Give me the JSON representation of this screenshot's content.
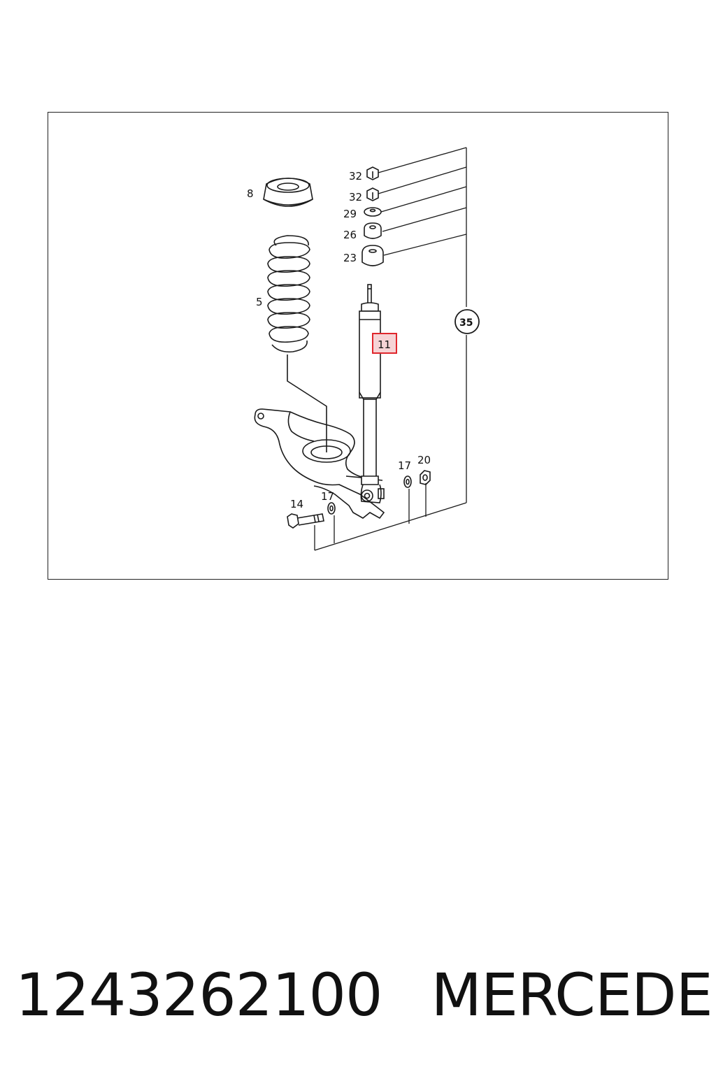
{
  "diagram": {
    "callouts": [
      {
        "id": "8",
        "text": "8"
      },
      {
        "id": "5",
        "text": "5"
      },
      {
        "id": "32a",
        "text": "32"
      },
      {
        "id": "32b",
        "text": "32"
      },
      {
        "id": "29",
        "text": "29"
      },
      {
        "id": "26",
        "text": "26"
      },
      {
        "id": "23",
        "text": "23"
      },
      {
        "id": "11",
        "text": "11"
      },
      {
        "id": "35",
        "text": "35"
      },
      {
        "id": "17a",
        "text": "17"
      },
      {
        "id": "20",
        "text": "20"
      },
      {
        "id": "14",
        "text": "14"
      },
      {
        "id": "17b",
        "text": "17"
      }
    ],
    "highlight_color": "#e0262c",
    "highlight_fill": "#f6d3d5",
    "line_color": "#1a1a1a"
  },
  "footer": {
    "part_number": "1243262100",
    "brand": "MERCEDES"
  }
}
